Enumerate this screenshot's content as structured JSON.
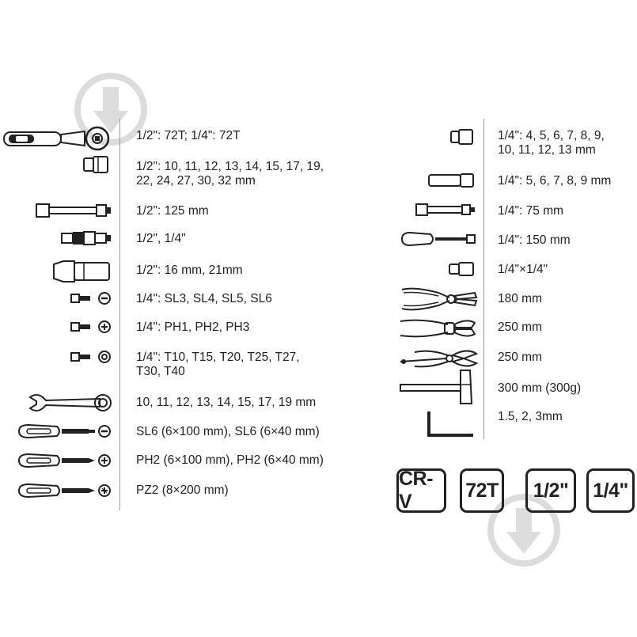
{
  "left_items": [
    {
      "icon": "ratchet-icon",
      "lines": [
        "1/2\": 72T; 1/4\": 72T"
      ]
    },
    {
      "icon": "socket-icon",
      "lines": [
        "1/2\": 10, 11, 12, 13, 14, 15, 17, 19,",
        "22, 24, 27, 30, 32 mm"
      ]
    },
    {
      "icon": "extension-bar-icon",
      "lines": [
        "1/2\": 125 mm"
      ]
    },
    {
      "icon": "universal-joint-icon",
      "lines": [
        "1/2\", 1/4\""
      ]
    },
    {
      "icon": "spark-plug-socket-icon",
      "lines": [
        "1/2\": 16 mm, 21mm"
      ]
    },
    {
      "icon": "slotted-bit-icon",
      "lines": [
        "1/4\": SL3, SL4, SL5, SL6"
      ]
    },
    {
      "icon": "phillips-bit-icon",
      "lines": [
        "1/4\": PH1, PH2, PH3"
      ]
    },
    {
      "icon": "torx-bit-icon",
      "lines": [
        "1/4\": T10, T15, T20, T25, T27,",
        "T30, T40"
      ]
    },
    {
      "icon": "combination-wrench-icon",
      "lines": [
        "10, 11, 12, 13, 14, 15, 17, 19 mm"
      ]
    },
    {
      "icon": "slotted-screwdriver-icon",
      "lines": [
        "SL6 (6×100 mm), SL6 (6×40 mm)"
      ]
    },
    {
      "icon": "phillips-screwdriver-icon",
      "lines": [
        "PH2 (6×100 mm), PH2 (6×40 mm)"
      ]
    },
    {
      "icon": "pozidriv-screwdriver-icon",
      "lines": [
        "PZ2 (8×200 mm)"
      ]
    }
  ],
  "right_items": [
    {
      "icon": "small-socket-icon",
      "lines": [
        "1/4\": 4, 5, 6, 7, 8, 9,",
        "10, 11, 12, 13 mm"
      ]
    },
    {
      "icon": "deep-socket-icon",
      "lines": [
        "1/4\": 5, 6, 7, 8, 9 mm"
      ]
    },
    {
      "icon": "small-extension-bar-icon",
      "lines": [
        "1/4\": 75 mm"
      ]
    },
    {
      "icon": "spinner-handle-icon",
      "lines": [
        "1/4\": 150 mm"
      ]
    },
    {
      "icon": "adapter-icon",
      "lines": [
        "1/4\"×1/4\""
      ]
    },
    {
      "icon": "combination-pliers-icon",
      "lines": [
        "180 mm"
      ]
    },
    {
      "icon": "water-pump-pliers-icon",
      "lines": [
        "250 mm"
      ]
    },
    {
      "icon": "locking-pliers-icon",
      "lines": [
        "250 mm"
      ]
    },
    {
      "icon": "hammer-icon",
      "lines": [
        "300 mm  (300g)"
      ]
    },
    {
      "icon": "hex-key-icon",
      "lines": [
        "1.5, 2, 3mm"
      ]
    }
  ],
  "badges": [
    "CR-V",
    "72T",
    "1/2\"",
    "1/4\""
  ],
  "colors": {
    "ink": "#222222",
    "divider": "#9a9a9a",
    "watermark": "#d9d9d9"
  }
}
